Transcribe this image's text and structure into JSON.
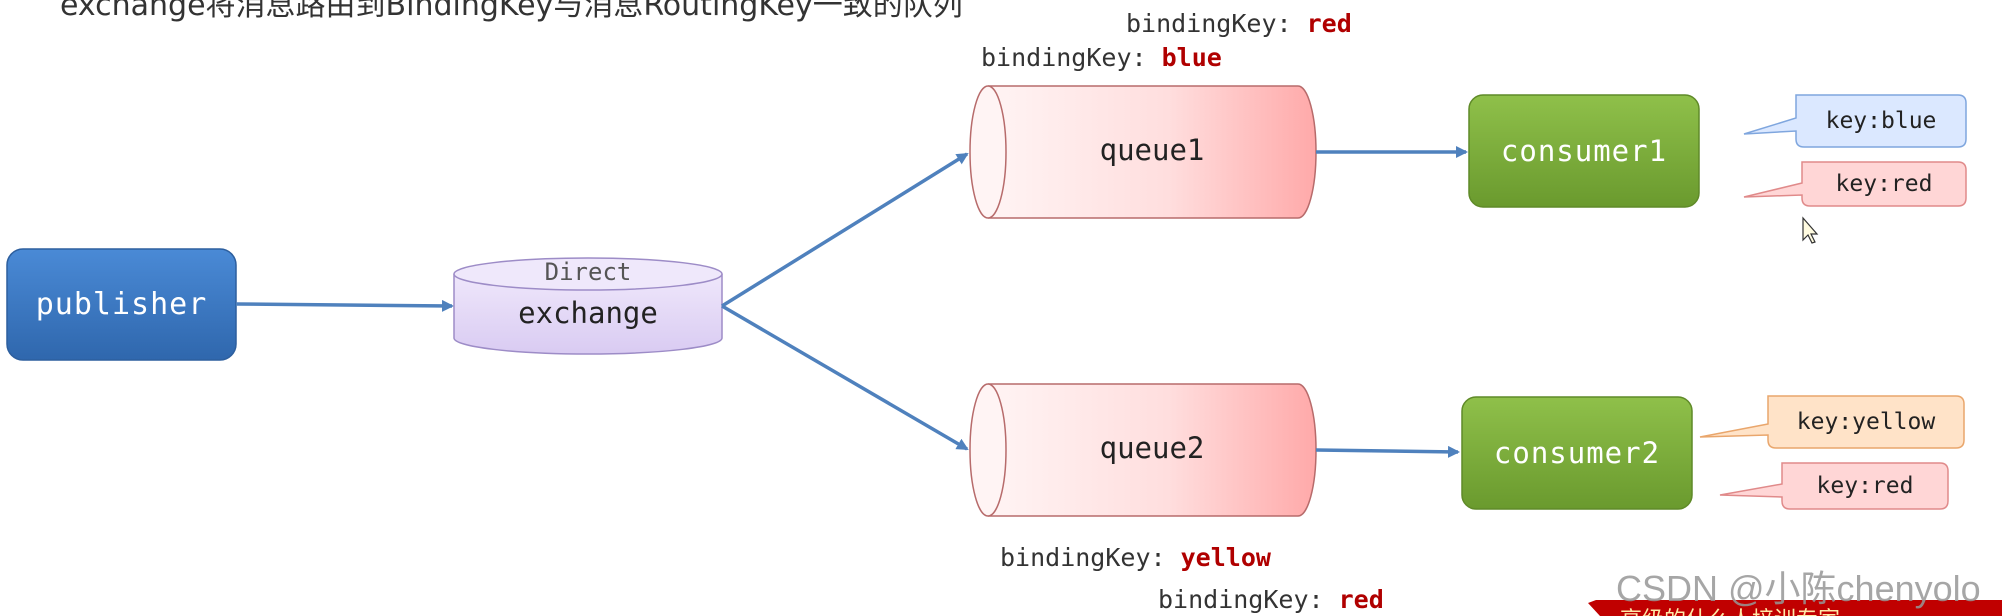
{
  "header_text": "exchange将消息路由到BindingKey与消息RoutingKey一致的队列",
  "publisher": {
    "label": "publisher"
  },
  "exchange": {
    "type_label": "Direct",
    "label": "exchange"
  },
  "queues": [
    {
      "label": "queue1",
      "binding_keys": [
        {
          "prefix": "bindingKey: ",
          "key": "red"
        },
        {
          "prefix": "bindingKey: ",
          "key": "blue"
        }
      ]
    },
    {
      "label": "queue2",
      "binding_keys": [
        {
          "prefix": "bindingKey: ",
          "key": "yellow"
        },
        {
          "prefix": "bindingKey: ",
          "key": "red"
        }
      ]
    }
  ],
  "consumers": [
    {
      "label": "consumer1"
    },
    {
      "label": "consumer2"
    }
  ],
  "messages": [
    {
      "text": "key:blue",
      "color": "#dbe8ff",
      "border": "#7fa6de"
    },
    {
      "text": "key:red",
      "color": "#ffd6d6",
      "border": "#e08a8a"
    },
    {
      "text": "key:yellow",
      "color": "#ffe3c8",
      "border": "#e9a66c"
    },
    {
      "text": "key:red",
      "color": "#ffd6d6",
      "border": "#e08a8a"
    }
  ],
  "watermark": "CSDN @小陈chenyolo",
  "banner_text": "高级的什么人培训专家",
  "colors": {
    "publisher": "#3b77c0",
    "consumer": "#7aaa3a",
    "exchange_fill": "#e6dcf7",
    "exchange_border": "#9d8cc7",
    "queue_light": "#fff0f0",
    "queue_dark": "#ffb3b3",
    "queue_border": "#b76b6b",
    "arrow": "#4f81bd",
    "key_red": "#b00000",
    "banner": "#c00000"
  }
}
